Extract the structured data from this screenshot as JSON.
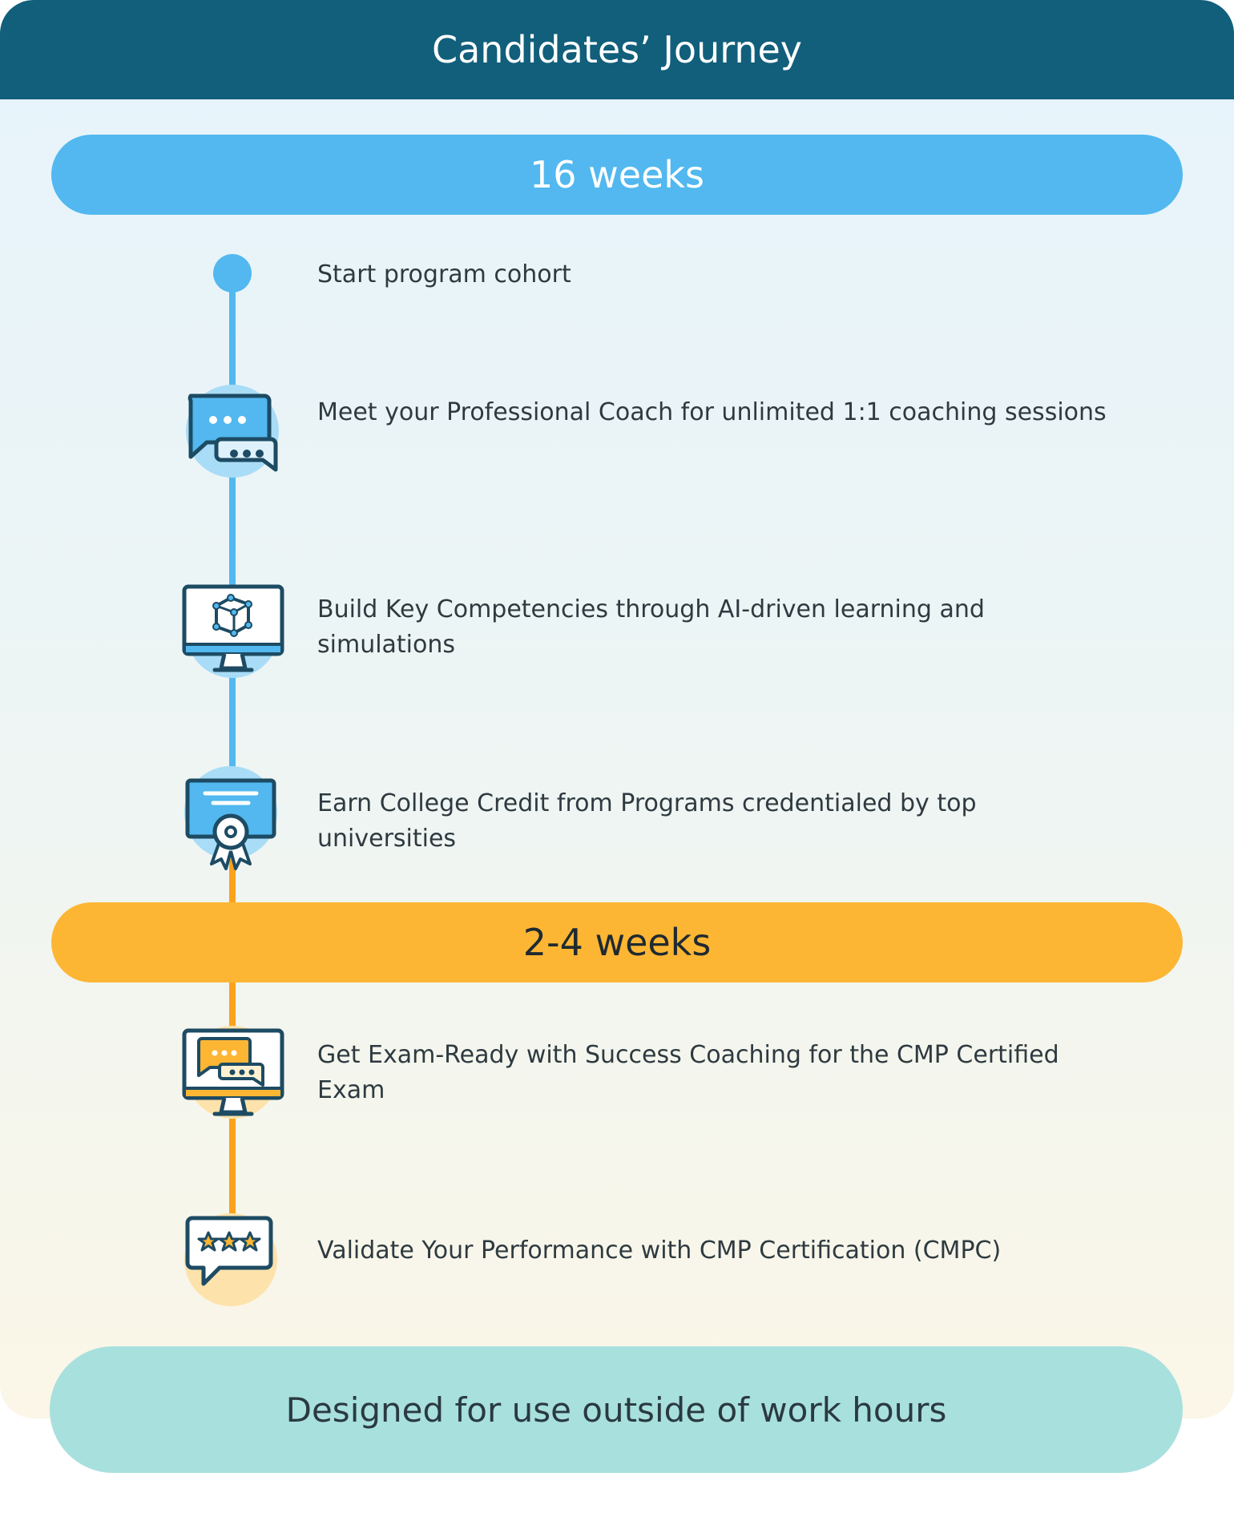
{
  "header": {
    "title": "Candidates’ Journey"
  },
  "phases": {
    "phase1": "16 weeks",
    "phase2": "2-4 weeks"
  },
  "steps": [
    {
      "text": "Start program cohort",
      "icon": "start-dot"
    },
    {
      "text": "Meet your Professional Coach for unlimited 1:1 coaching sessions",
      "icon": "chat-bubbles-icon"
    },
    {
      "text": "Build Key Competencies through AI-driven learning and simulations",
      "icon": "monitor-cube-icon"
    },
    {
      "text": "Earn College Credit from Programs credentialed by top universities",
      "icon": "certificate-icon"
    },
    {
      "text": "Get Exam-Ready with Success Coaching for the CMP Certified Exam",
      "icon": "monitor-chat-icon"
    },
    {
      "text": "Validate Your Performance with CMP Certification (CMPC)",
      "icon": "star-rating-bubble-icon"
    }
  ],
  "footer": {
    "text": "Designed for use outside of work hours"
  },
  "colors": {
    "header": "#115f7b",
    "phase1": "#52b8ef",
    "phase2": "#fdb634",
    "footer": "#a8e0de",
    "icon_stroke": "#1d4b63"
  }
}
